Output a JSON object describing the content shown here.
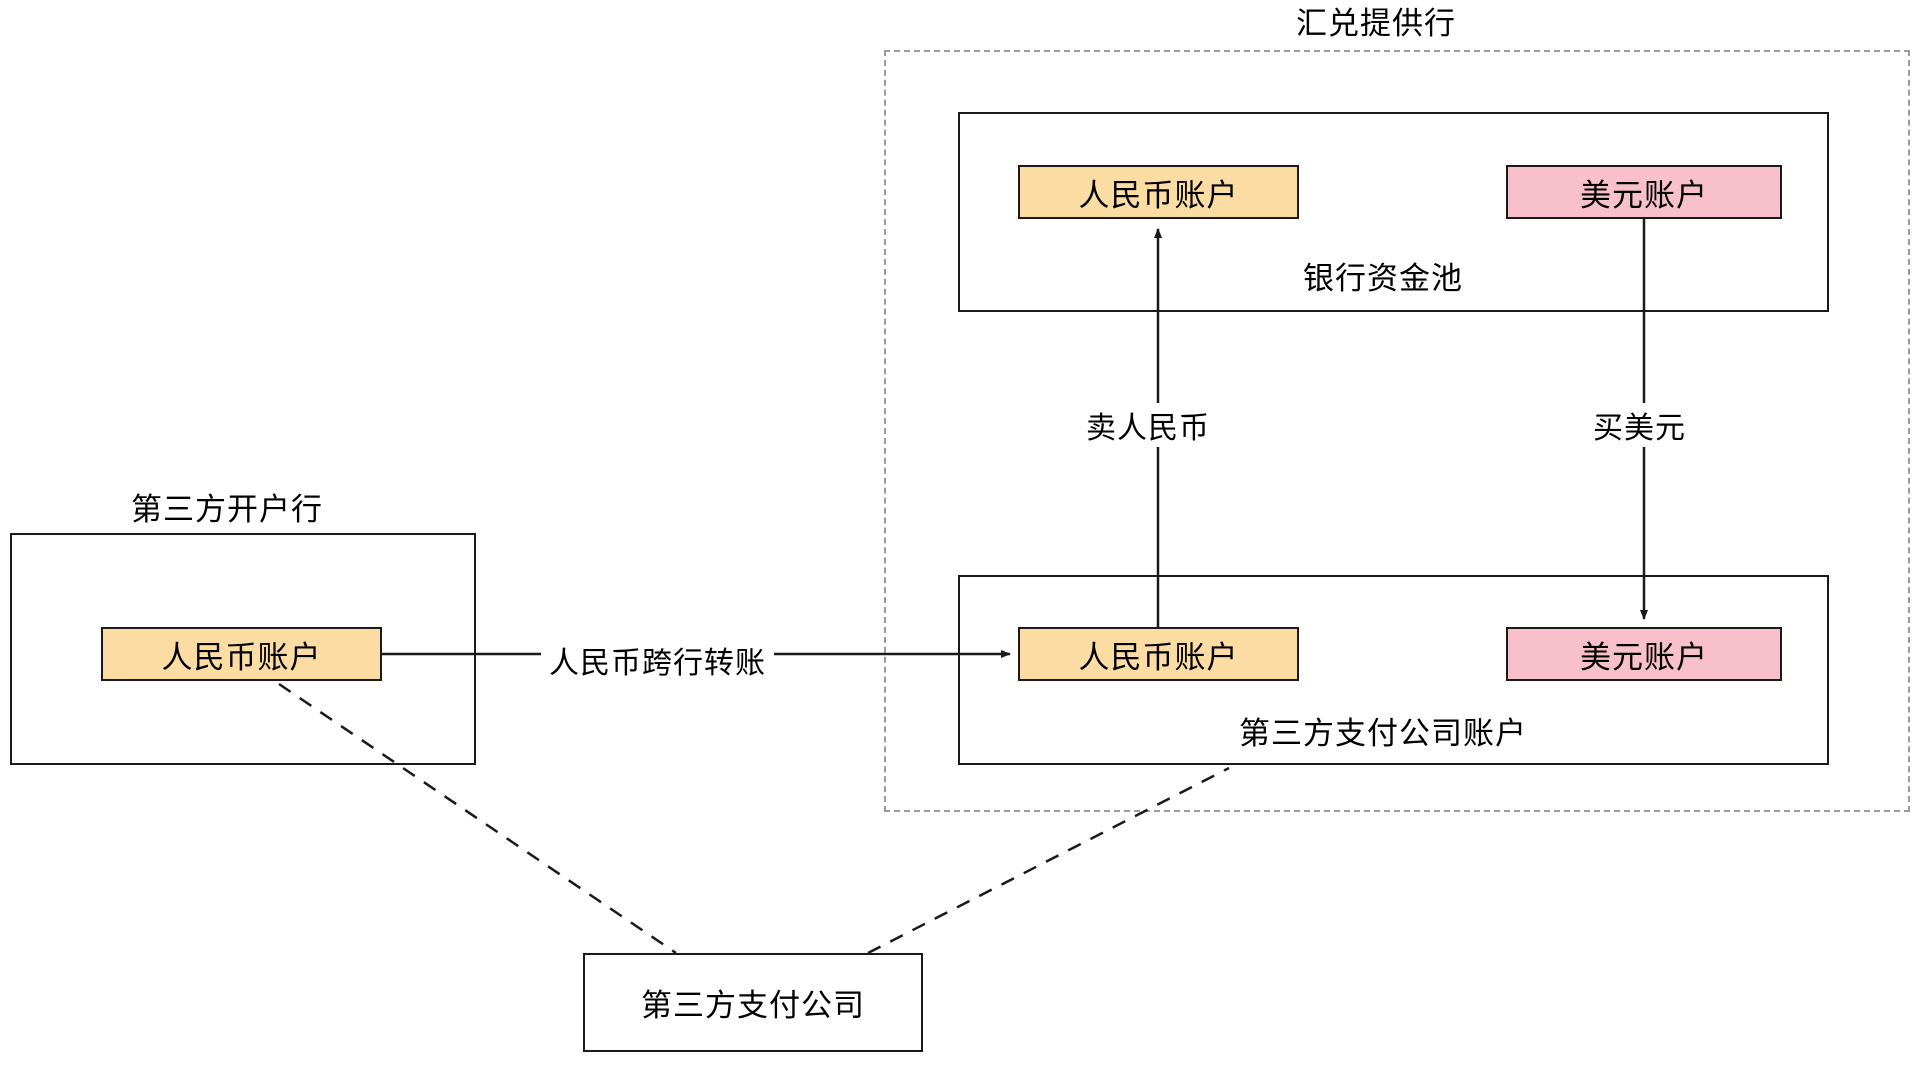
{
  "diagram": {
    "title": "汇兑提供行",
    "regions": {
      "exchange_provider_bank": {
        "label": "汇兑提供行",
        "style": "dashed"
      },
      "third_party_opening_bank": {
        "label": "第三方开户行",
        "style": "solid"
      },
      "bank_fund_pool": {
        "label": "银行资金池",
        "style": "solid"
      },
      "payment_company_account": {
        "label": "第三方支付公司账户",
        "style": "solid"
      }
    },
    "nodes": {
      "opening_bank_rmb_account": "人民币账户",
      "pool_rmb_account": "人民币账户",
      "pool_usd_account": "美元账户",
      "payco_rmb_account": "人民币账户",
      "payco_usd_account": "美元账户",
      "payment_company": "第三方支付公司"
    },
    "edges": {
      "interbank_transfer": "人民币跨行转账",
      "sell_rmb": "卖人民币",
      "buy_usd": "买美元"
    },
    "colors": {
      "rmb_fill": "#fbdda4",
      "usd_fill": "#f8c0cb",
      "stroke": "#1a1a1a",
      "dashed_stroke": "#9b9b9b",
      "background": "#ffffff"
    }
  }
}
